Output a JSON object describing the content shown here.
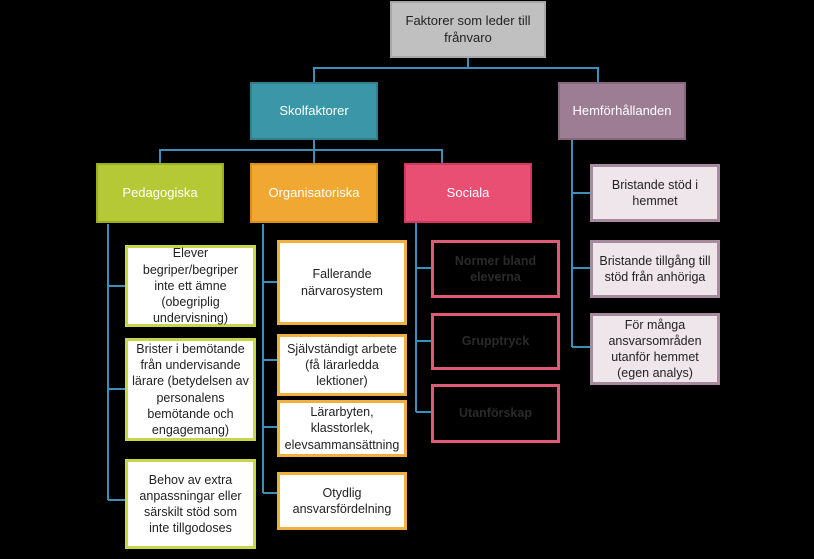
{
  "root": {
    "label": "Faktorer som leder till frånvaro"
  },
  "skolfaktorer": {
    "label": "Skolfaktorer"
  },
  "hemforhallanden": {
    "label": "Hemförhållanden",
    "items": [
      "Bristande stöd i hemmet",
      "Bristande tillgång till stöd från anhöriga",
      "För många ansvarsområden utanför hemmet (egen analys)"
    ]
  },
  "pedagogiska": {
    "label": "Pedagogiska",
    "items": [
      "Elever begriper/begriper inte ett ämne (obegriplig undervisning)",
      "Brister i bemötande från undervisande lärare (betydelsen av personalens bemötande och engagemang)",
      "Behov av extra anpassningar eller särskilt stöd som inte tillgodoses"
    ]
  },
  "organisatoriska": {
    "label": "Organisatoriska",
    "items": [
      "Fallerande närvarosystem",
      "Självständigt arbete (få lärarledda lektioner)",
      "Lärarbyten, klasstorlek, elevsammansättning",
      "Otydlig ansvarsfördelning"
    ]
  },
  "sociala": {
    "label": "Sociala",
    "items": [
      "Normer bland eleverna",
      "Grupptryck",
      "Utanförskap"
    ]
  },
  "colors": {
    "connector": "#3b8fb8",
    "root": "#c0c0c0",
    "skolfaktorer": "#3b97a8",
    "hemforhallanden": "#9c7d94",
    "pedagogiska": "#b5c936",
    "organisatoriska": "#f0a833",
    "sociala": "#e84f73"
  }
}
